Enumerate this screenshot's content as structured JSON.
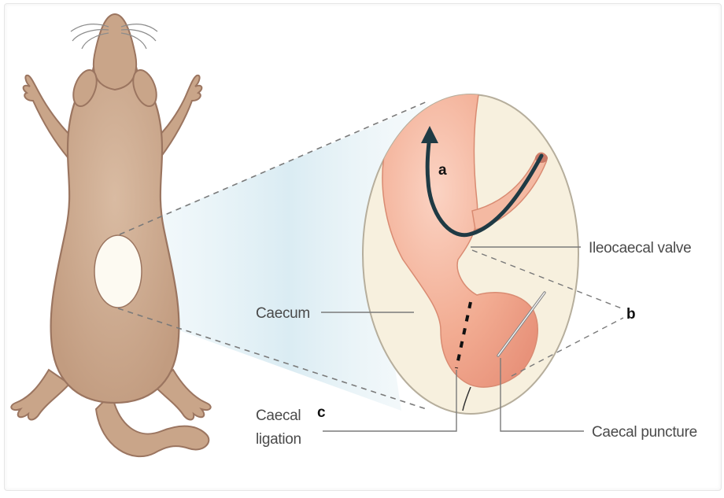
{
  "labels": {
    "ileocaecal_valve": "Ileocaecal valve",
    "caecum": "Caecum",
    "caecal_ligation_line1": "Caecal",
    "caecal_ligation_line2": "ligation",
    "caecal_puncture": "Caecal puncture"
  },
  "letters": {
    "a": "a",
    "b": "b",
    "c": "c"
  },
  "colors": {
    "mouse_body": "#c9a589",
    "mouse_outline": "#9b7560",
    "caecum_fill": "#f1a98f",
    "caecum_highlight": "#f8c8b4",
    "magnifier_bg": "#f7f0de",
    "arrow": "#1f3a44",
    "leader_line": "#7a7a7a"
  }
}
